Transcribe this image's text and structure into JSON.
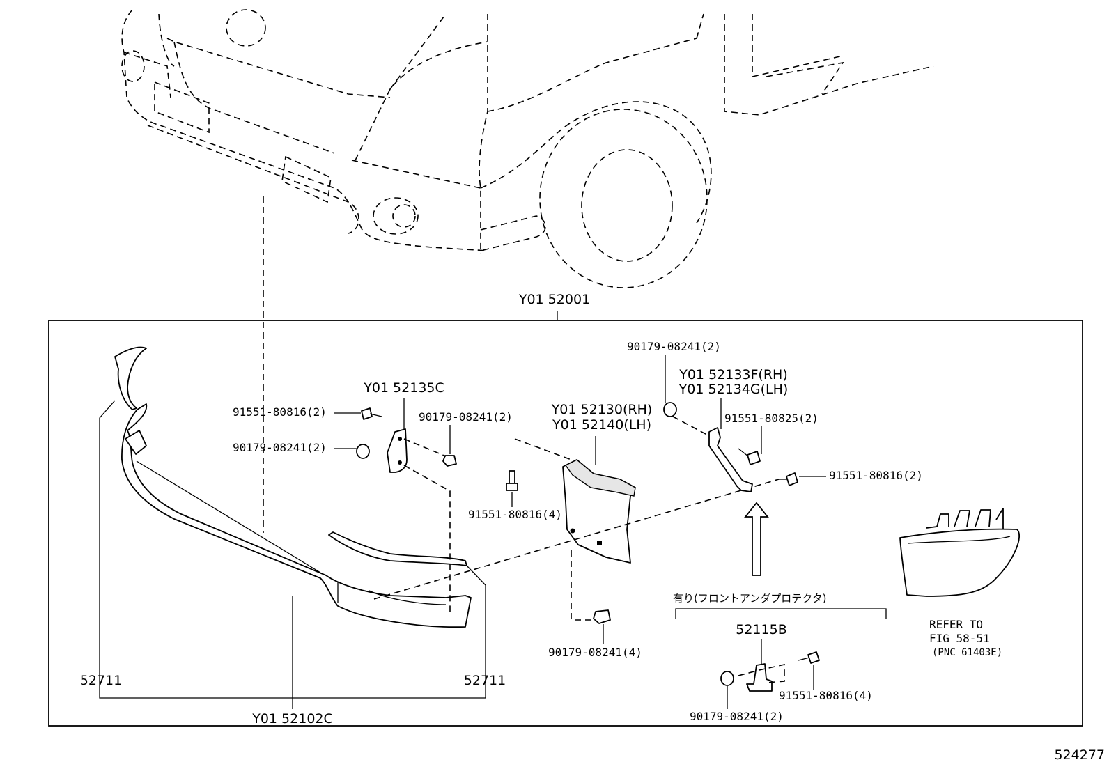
{
  "diagram_id": "524277",
  "assembly_label": "Y01 52001",
  "labels": {
    "bumper_cover": "Y01 52102C",
    "molding_left": "52711",
    "molding_right": "52711",
    "bracket_center": "Y01 52135C",
    "bolt_left_top": "91551-80816(2)",
    "nut_left": "90179-08241(2)",
    "nut_center": "90179-08241(2)",
    "retainer_rh": "Y01 52130(RH)",
    "retainer_lh": "Y01 52140(LH)",
    "bolt_retainer": "91551-80816(4)",
    "nut_retainer_bottom": "90179-08241(4)",
    "nut_top_right": "90179-08241(2)",
    "support_rh": "Y01 52133F(RH)",
    "support_lh": "Y01 52134G(LH)",
    "bolt_support": "91551-80825(2)",
    "bolt_right": "91551-80816(2)",
    "protector_note": "有り(フロントアンダプロテクタ)",
    "protector_bracket": "52115B",
    "protector_bolt": "91551-80816(4)",
    "protector_nut": "90179-08241(2)",
    "refer_line1": "REFER TO",
    "refer_line2": "FIG 58-51",
    "refer_line3": "(PNC 61403E)"
  }
}
